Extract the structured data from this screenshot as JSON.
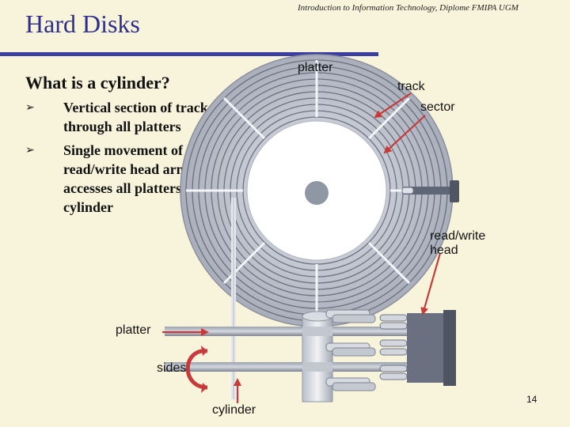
{
  "slide": {
    "title": "Hard Disks",
    "header_note": "Introduction to Information Technology, Diplome FMIPA UGM",
    "subheading": "What is a cylinder?",
    "bullets": [
      {
        "marker": "➢",
        "text": "Vertical section of track through all platters"
      },
      {
        "marker": "➢",
        "text": "Single movement of read/write head arms accesses all platters in cylinder"
      }
    ],
    "page_number": "14"
  },
  "diagram": {
    "labels": {
      "platter_top": "platter",
      "track": "track",
      "sector": "sector",
      "read_write_head_line1": "read/write",
      "read_write_head_line2": "head",
      "platter_side": "platter",
      "sides": "sides",
      "cylinder": "cylinder"
    },
    "colors": {
      "accent": "#2e2f8a",
      "arrow": "#c83a3a",
      "disk": "#c9ccd6",
      "metal": "#8e95a3"
    }
  }
}
